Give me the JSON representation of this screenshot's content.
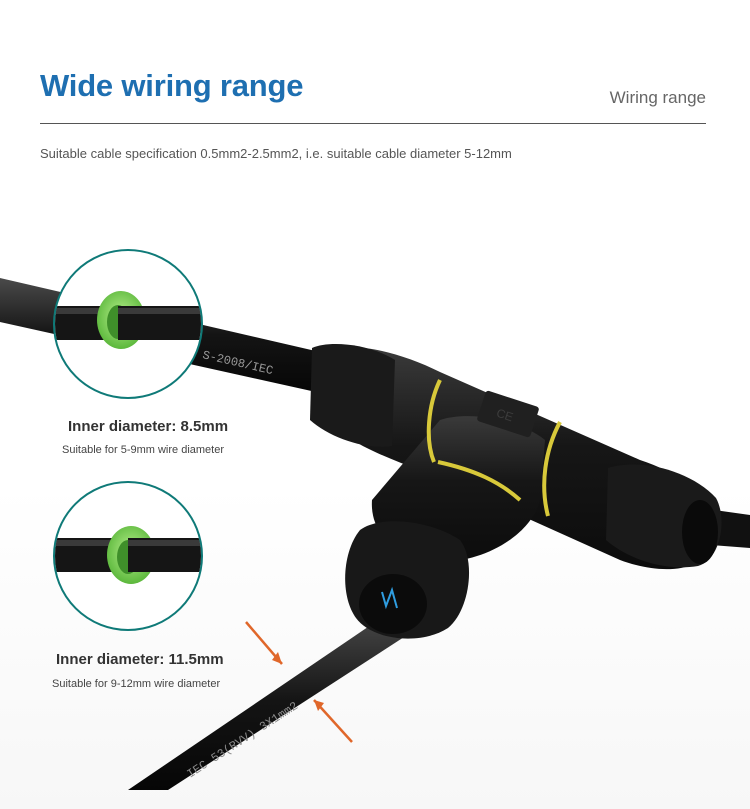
{
  "header": {
    "title": "Wide wiring range",
    "subtitle": "Wiring range",
    "description": "Suitable cable specification 0.5mm2-2.5mm2, i.e. suitable cable diameter 5-12mm"
  },
  "seal_small": {
    "inner_diameter": "Inner diameter: 8.5mm",
    "suitable": "Suitable for 5-9mm wire diameter"
  },
  "seal_large": {
    "inner_diameter": "Inner diameter: 11.5mm",
    "suitable": "Suitable for 9-12mm wire diameter"
  },
  "connector": {
    "cable_print_top": "S-2008/IEC",
    "cable_print_bottom": "IEC 53(RVV) 3X1mm2",
    "body_marking": "CE"
  },
  "colors": {
    "title": "#1e6fb1",
    "seal_ring": "#7fd35a",
    "connector_body": "#1b1b1b",
    "accent_band": "#d8c93a",
    "arrow": "#e0672a",
    "circle_border": "#0f7a78"
  }
}
